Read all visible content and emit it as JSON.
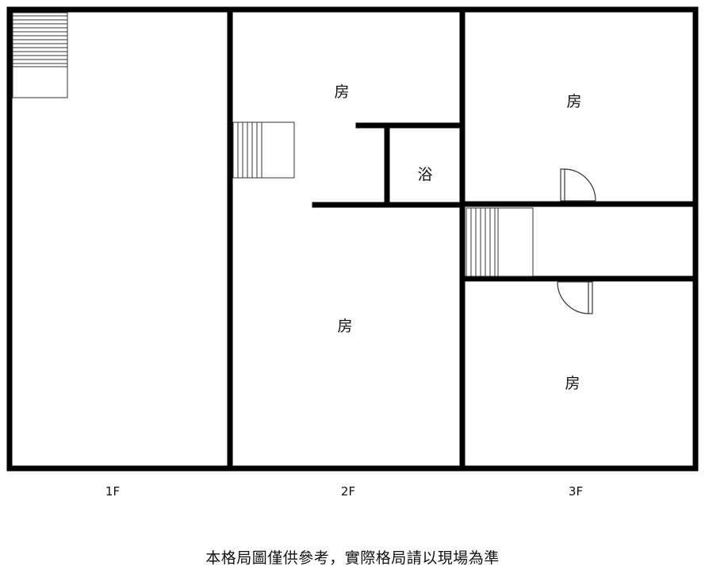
{
  "floors": [
    {
      "id": "1F",
      "label": "1F"
    },
    {
      "id": "2F",
      "label": "2F"
    },
    {
      "id": "3F",
      "label": "3F"
    }
  ],
  "rooms": {
    "2f_room_top": "房",
    "2f_bath": "浴",
    "2f_room_bottom": "房",
    "3f_room_top": "房",
    "3f_room_bottom": "房"
  },
  "disclaimer": "本格局圖僅供參考，實際格局請以現場為準",
  "icons": [
    "stairs-icon",
    "door-swing-icon"
  ],
  "colors": {
    "wall": "#000000",
    "line": "#333333",
    "background": "#ffffff"
  }
}
